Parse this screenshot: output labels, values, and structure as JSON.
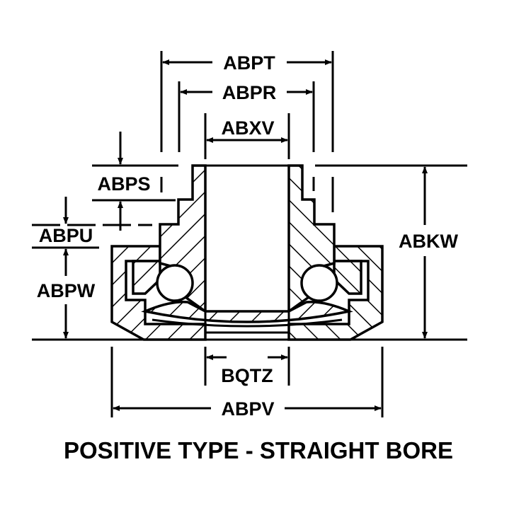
{
  "diagram": {
    "title": "POSITIVE TYPE - STRAIGHT BORE",
    "dimensions": {
      "abpt": "ABPT",
      "abpr": "ABPR",
      "abxv": "ABXV",
      "abps": "ABPS",
      "abpu": "ABPU",
      "abpw": "ABPW",
      "abkw": "ABKW",
      "bqtz": "BQTZ",
      "abpv": "ABPV"
    },
    "colors": {
      "ink": "#000000",
      "background": "#ffffff"
    }
  }
}
